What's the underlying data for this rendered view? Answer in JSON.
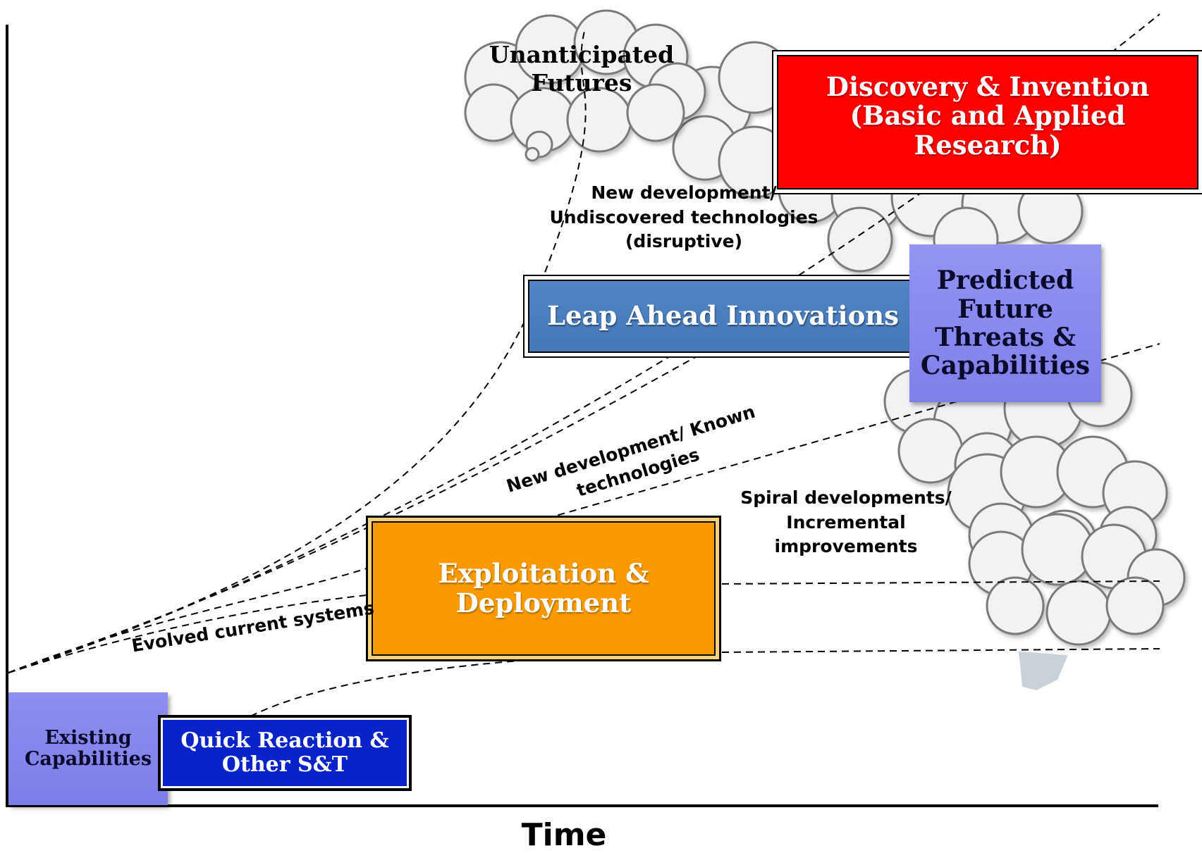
{
  "diagram": {
    "x_axis_label": "Time",
    "clouds": [
      {
        "id": "unanticipated",
        "label": "Unanticipated\nFutures"
      }
    ],
    "boxes": {
      "existing": {
        "label": "Existing\nCapabilities",
        "color": "#8080ec"
      },
      "quick": {
        "label": "Quick Reaction &\nOther S&T",
        "color": "#0a23c8"
      },
      "exploit": {
        "label": "Exploitation &\nDeployment",
        "color": "#f99b00"
      },
      "leap": {
        "label": "Leap Ahead Innovations",
        "color": "#4f81c0"
      },
      "predicted": {
        "label": "Predicted\nFuture\nThreats &\nCapabilities",
        "color": "#8888f0"
      },
      "discovery": {
        "label": "Discovery & Invention\n(Basic and Applied Research)",
        "color": "#ff0000"
      }
    },
    "path_labels": {
      "undiscovered": "New development/\nUndiscovered technologies\n(disruptive)",
      "known": "New development/ Known\ntechnologies",
      "spiral": "Spiral developments/\nIncremental\nimprovements",
      "evolved": "Evolved current systems"
    }
  }
}
